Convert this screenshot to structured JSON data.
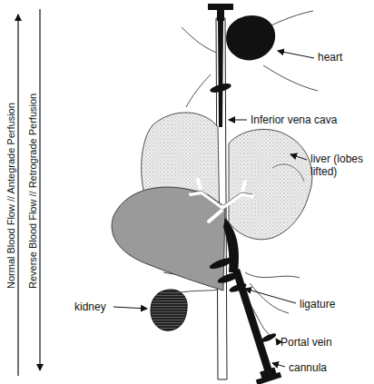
{
  "diagram": {
    "labels": [
      "heart",
      "Inferior vena cava",
      "liver (lobes lifted)",
      "ligature",
      "Portal vein",
      "cannula",
      "kidney",
      "Normal Blood Flow // Antegrade Perfusion",
      "Reverse Blood Flow // Retrograde Perfusion"
    ]
  }
}
